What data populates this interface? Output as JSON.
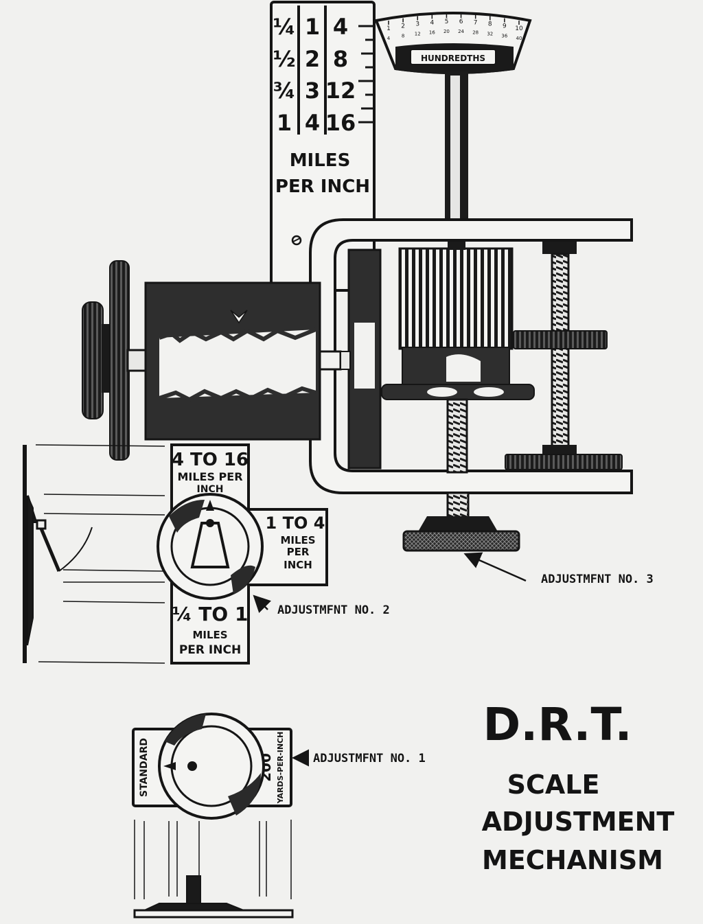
{
  "colors": {
    "ink": "#151515",
    "paper": "#f1f1ef",
    "shade": "#3c3c3c"
  },
  "title": {
    "main": "D.R.T.",
    "line1": "SCALE",
    "line2": "ADJUSTMENT",
    "line3": "MECHANISM"
  },
  "scale_bar": {
    "col1": [
      "¼",
      "½",
      "¾",
      "1"
    ],
    "col2": [
      "1",
      "2",
      "3",
      "4"
    ],
    "col3": [
      "4",
      "8",
      "12",
      "16"
    ],
    "label1": "MILES",
    "label2": "PER INCH"
  },
  "dial": {
    "label": "HUNDREDTHS",
    "ticks_top": [
      "1",
      "2",
      "3",
      "4",
      "5",
      "6",
      "7",
      "8",
      "9",
      "10"
    ],
    "ticks_bottom": [
      "4",
      "8",
      "12",
      "16",
      "20",
      "24",
      "28",
      "32",
      "36",
      "40"
    ]
  },
  "adj2": {
    "top_range": "4 TO 16",
    "top_unit1": "MILES PER",
    "top_unit2": "INCH",
    "right_range": "1 TO 4",
    "right_unit1": "MILES",
    "right_unit2": "PER",
    "right_unit3": "INCH",
    "bottom_range": "¼ TO 1",
    "bottom_unit1": "MILES",
    "bottom_unit2": "PER INCH"
  },
  "adj1": {
    "left": "STANDARD",
    "right_value": "200",
    "right_unit": "YARDS-PER-INCH"
  },
  "labels": {
    "adjustment_1": "ADJUSTMFNT NO. 1",
    "adjustment_2": "ADJUSTMFNT NO. 2",
    "adjustment_3": "ADJUSTMFNT NO. 3"
  }
}
